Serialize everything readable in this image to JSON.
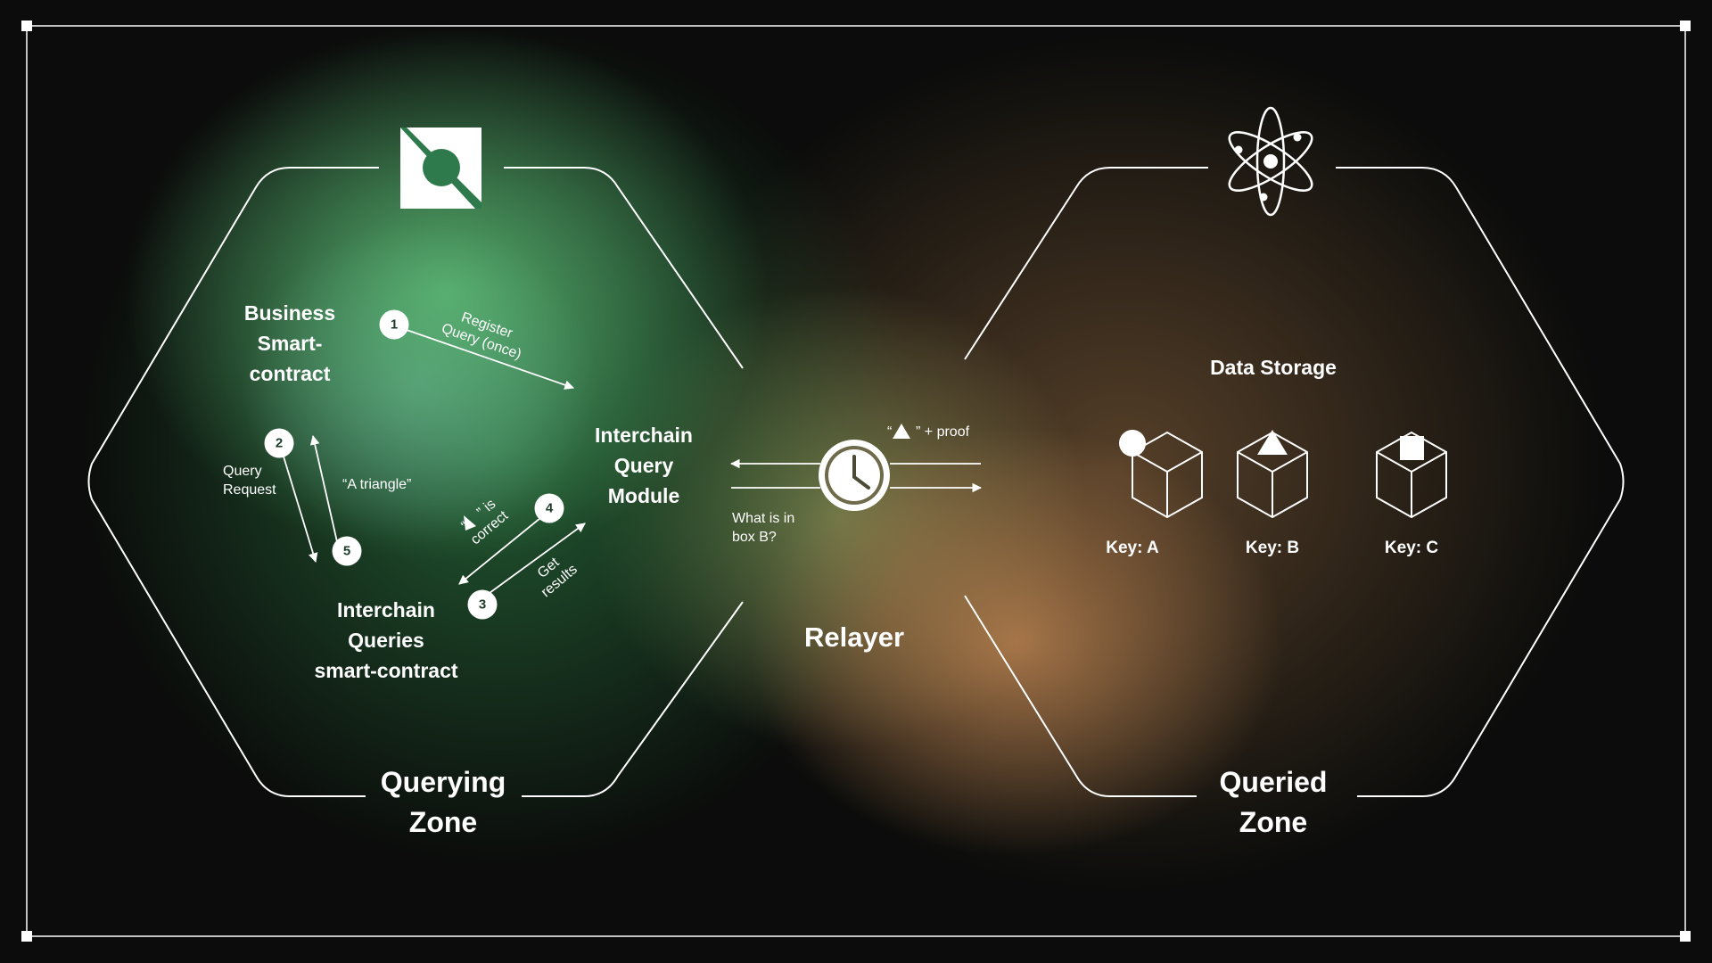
{
  "querying_zone": {
    "title_line1": "Querying",
    "title_line2": "Zone",
    "business_contract": [
      "Business",
      "Smart-",
      "contract"
    ],
    "icq_contract": [
      "Interchain",
      "Queries",
      "smart-contract"
    ],
    "icq_module": [
      "Interchain",
      "Query",
      "Module"
    ],
    "steps": [
      {
        "number": "1",
        "label_lines": [
          "Register",
          "Query (once)"
        ]
      },
      {
        "number": "2",
        "label_lines": [
          "Query",
          "Request"
        ]
      },
      {
        "number": "3",
        "label_lines": [
          "Get",
          "results"
        ]
      },
      {
        "number": "4",
        "label_before": "“",
        "label_after": "” is",
        "label_line2": "correct"
      },
      {
        "number": "5",
        "label": "“A triangle”"
      }
    ]
  },
  "relayer": {
    "label": "Relayer",
    "question_lines": [
      "What is in",
      "box B?"
    ],
    "proof_before": "“",
    "proof_after": "” + proof"
  },
  "queried_zone": {
    "title_line1": "Queried",
    "title_line2": "Zone",
    "storage_title": "Data Storage",
    "boxes": [
      {
        "key": "Key: A",
        "shape": "circle"
      },
      {
        "key": "Key: B",
        "shape": "triangle"
      },
      {
        "key": "Key: C",
        "shape": "square"
      }
    ]
  },
  "icons": {
    "left_logo": "neutron-logo-icon",
    "right_logo": "cosmos-atom-icon",
    "relayer": "clock-icon",
    "box": "cube-icon"
  },
  "colors": {
    "green_glow": "#5fbe78",
    "bronze_glow": "#b98250",
    "background": "#0b0c0b",
    "badge_text": "#1e3b2a"
  }
}
